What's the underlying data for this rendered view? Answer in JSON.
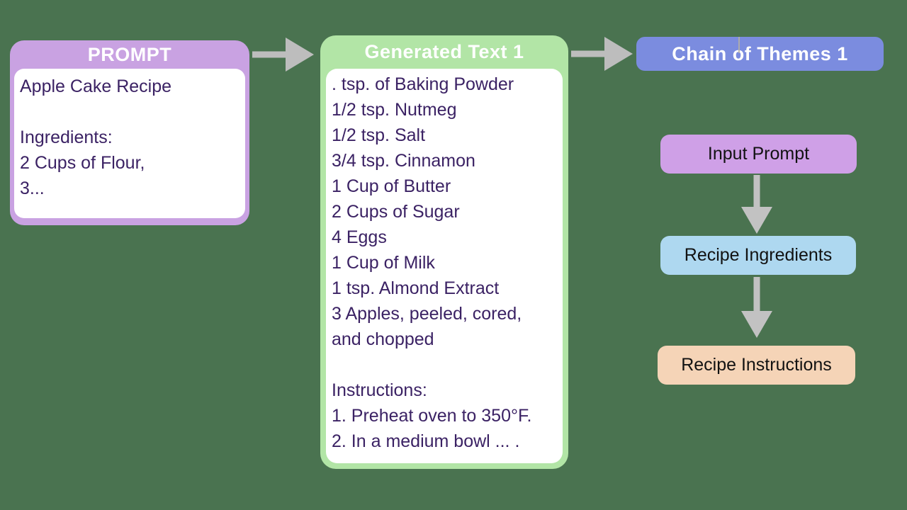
{
  "canvas": {
    "background_color": "#4a7350",
    "arrow_color": "#bdbdbd"
  },
  "prompt_box": {
    "title": "PROMPT",
    "accent_color": "#c9a2e2",
    "text_color": "#3b2264",
    "lines": [
      "Apple Cake Recipe",
      "",
      "Ingredients:",
      "2 Cups of Flour,",
      "3..."
    ]
  },
  "generated_box": {
    "title": "Generated Text 1",
    "accent_color": "#b2e5a6",
    "text_color": "#3b2264",
    "lines": [
      ". tsp. of Baking Powder",
      "1/2 tsp. Nutmeg",
      "1/2 tsp. Salt",
      "3/4 tsp. Cinnamon",
      "1 Cup of Butter",
      "2 Cups of Sugar",
      "4 Eggs",
      "1 Cup of Milk",
      "1 tsp. Almond Extract",
      "3 Apples, peeled, cored,",
      "and chopped",
      "",
      "Instructions:",
      "1. Preheat oven to 350°F.",
      "2. In a medium bowl ... ."
    ]
  },
  "chain_box": {
    "title": "Chain of Themes 1",
    "fill_color": "#7b8cdf"
  },
  "theme_flow": {
    "input_prompt": {
      "label": "Input Prompt",
      "fill_color": "#cfa0e7"
    },
    "recipe_ingredients": {
      "label": "Recipe Ingredients",
      "fill_color": "#aed8f0"
    },
    "recipe_instructions": {
      "label": "Recipe Instructions",
      "fill_color": "#f5d4b7"
    }
  }
}
